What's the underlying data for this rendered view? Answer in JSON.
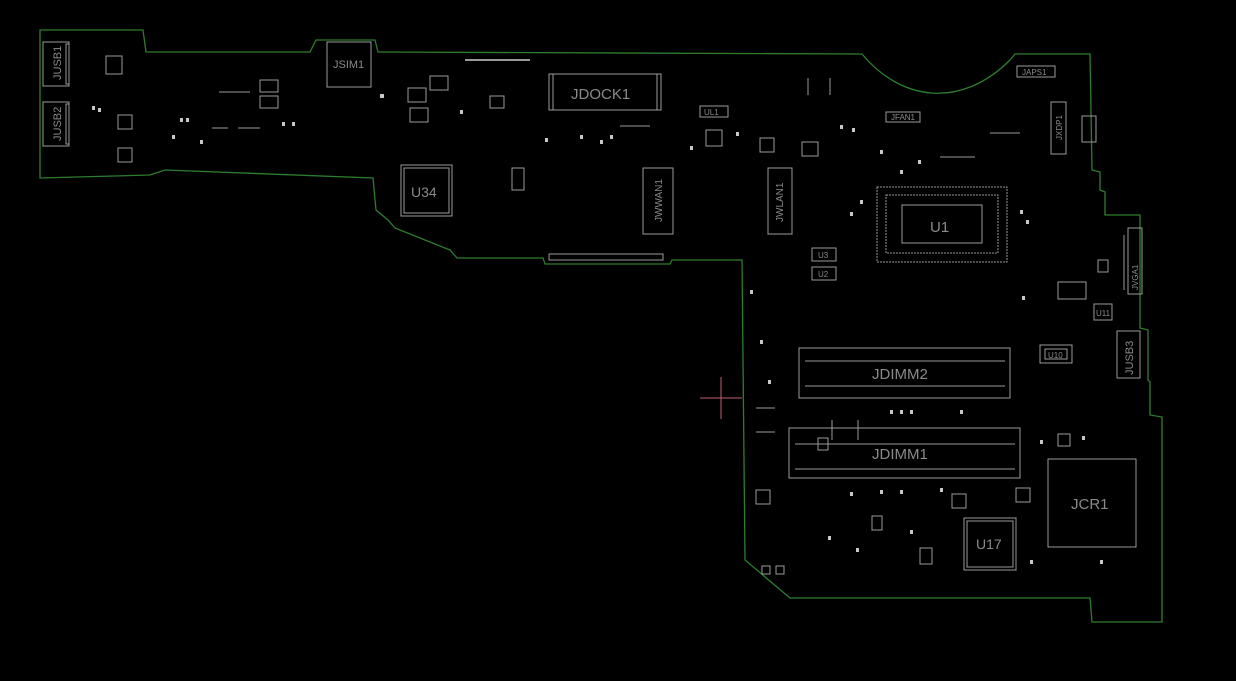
{
  "colors": {
    "background": "#000000",
    "board_outline": "#2e7d2e",
    "silkscreen": "#9a9a9a",
    "label": "#8a8a8a",
    "cursor": "#c06070"
  },
  "labels": {
    "jusb1": "JUSB1",
    "jusb2": "JUSB2",
    "jsim1": "JSIM1",
    "jdock1": "JDOCK1",
    "u34": "U34",
    "jwwan1": "JWWAN1",
    "jwlan1": "JWLAN1",
    "u1": "U1",
    "u2": "U2",
    "u3": "U3",
    "ul1": "UL1",
    "japs1": "JAPS1",
    "jfan1": "JFAN1",
    "jxdp1": "JXDP1",
    "jdimm2": "JDIMM2",
    "jdimm1": "JDIMM1",
    "jcr1": "JCR1",
    "u17": "U17",
    "u10": "U10",
    "u11": "U11",
    "jusb3": "JUSB3",
    "jvga1": "JVGA1"
  },
  "cursor_icon": "crosshair-icon"
}
